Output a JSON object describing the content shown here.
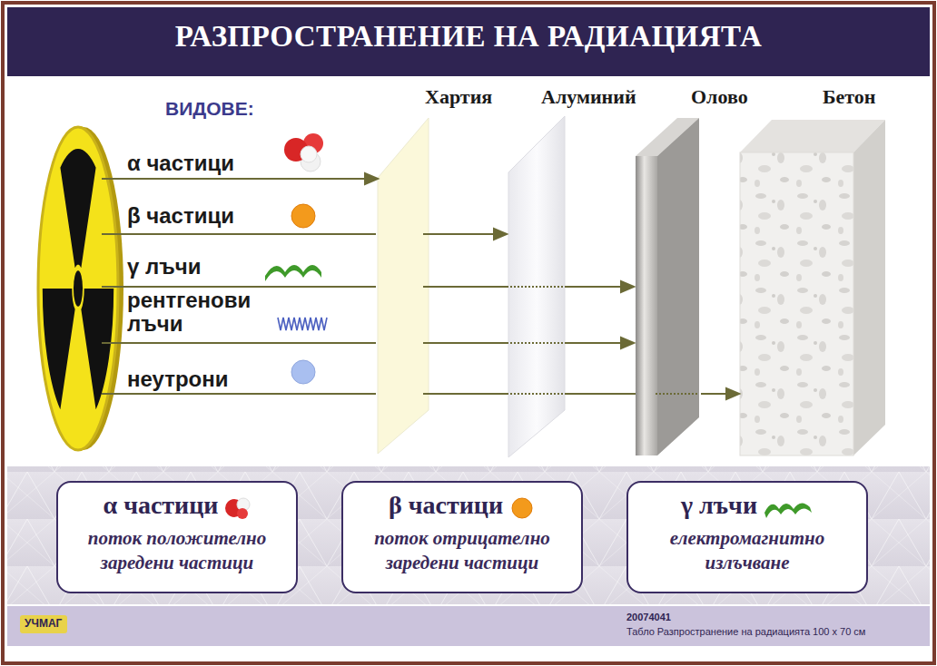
{
  "diagram": {
    "title": "РАЗПРОСТРАНЕНИЕ НА РАДИАЦИЯТА",
    "nodes": [
      {
        "text": [
          "α частици",
          "поток положително заредени частици"
        ]
      },
      {
        "text": [
          "β частици",
          "поток отрицателно заредени частици"
        ]
      },
      {
        "text": [
          "γ лъчи",
          "електромагнитно излъчване"
        ]
      }
    ],
    "labels": [
      "ВИДОВЕ:",
      "α частици",
      "β частици",
      "γ лъчи",
      "рентгенови лъчи",
      "неутрони",
      "Хартия",
      "Алуминий",
      "Олово",
      "Бетон",
      "УЧМАГ",
      "20074041",
      "Табло Разпространение на радиацията 100 х 70 см"
    ]
  }
}
